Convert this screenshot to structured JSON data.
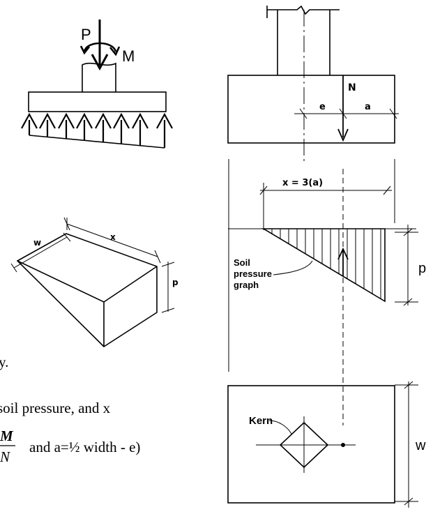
{
  "load_diagram": {
    "force_label": "P",
    "moment_label": "M"
  },
  "wedge_diagram": {
    "width_label": "w",
    "length_label": "x",
    "height_label": "p"
  },
  "section_diagram": {
    "axial_label": "N",
    "eccentricity_label": "e",
    "distance_label": "a",
    "length_equation": "x = 3(a)",
    "pressure_label": "p",
    "graph_caption": [
      "Soil",
      "pressure",
      "graph"
    ]
  },
  "plan_diagram": {
    "kern_label": "Kern",
    "width_label": "w"
  },
  "text_fragments": {
    "line1": "y.",
    "line2": "soil pressure, and x",
    "frac_numerator": "M",
    "frac_denominator": "N",
    "line3": "and a=½ width - e)"
  }
}
